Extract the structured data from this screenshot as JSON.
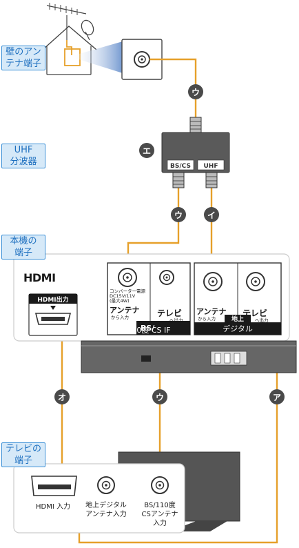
{
  "labels": {
    "wall_line1": "壁のアン",
    "wall_line2": "テナ端子",
    "uhf_line1": "UHF",
    "uhf_line2": "分波器",
    "unit_line1": "本機の",
    "unit_line2": "端子",
    "tv_line1": "テレビの",
    "tv_line2": "端子"
  },
  "splitter": {
    "bs_cs": "BS/CS",
    "uhf": "UHF"
  },
  "unit": {
    "hdmi_logo": "HDMI",
    "hdmi_out": "HDMI出力",
    "converter_1": "コンバーター電源",
    "converter_2": "DC15V/11V",
    "converter_3": "(最大4W)",
    "antenna": "アンテナ",
    "from_in": "から入力",
    "tv": "テレビ",
    "to_out": "へ出力",
    "bs_group_1": "BS/",
    "bs_group_2": "110度 CS  IF",
    "terr_1": "地上",
    "terr_2": "デジタル"
  },
  "tv": {
    "hdmi_in": "HDMI 入力",
    "terr_in_1": "地上デジタル",
    "terr_in_2": "アンテナ入力",
    "bs_in_1": "BS/110度",
    "bs_in_2": "CSアンテナ",
    "bs_in_3": "入力"
  },
  "cables": {
    "u": "ウ",
    "e": "エ",
    "i": "イ",
    "o": "オ",
    "a": "ア"
  },
  "colors": {
    "cable": "#e6a02a",
    "badge": "#4a4a4a",
    "tag_border": "#3a8fd6",
    "tag_text": "#1d6fbf",
    "tag_bg": "#d6e9f8"
  }
}
